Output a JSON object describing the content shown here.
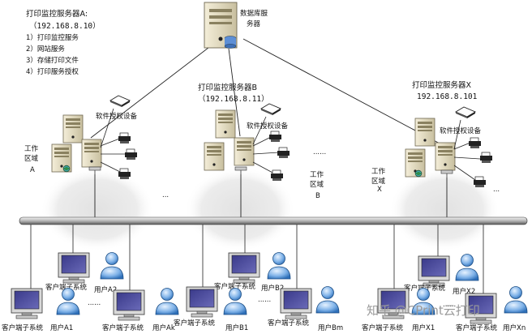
{
  "db_server": {
    "label_line1": "数据库服",
    "label_line2": "务器"
  },
  "server_a": {
    "title": "打印监控服务器A:",
    "ip": "（192.168.8.10）",
    "features": [
      "1）打印监控服务",
      "2）网站服务",
      "3）存储打印文件",
      "4）打印服务授权"
    ]
  },
  "server_b": {
    "title": "打印监控服务器B",
    "ip": "（192.168.8.11）"
  },
  "server_x": {
    "title": "打印监控服务器X",
    "ip": "192.168.8.101"
  },
  "license_device_label": "软件授权设备",
  "zone_a": {
    "line1": "工作",
    "line2": "区域",
    "line3": "A"
  },
  "zone_b": {
    "line1": "工作",
    "line2": "区域",
    "line3": "B"
  },
  "zone_x": {
    "line1": "工作",
    "line2": "区域",
    "line3": "X"
  },
  "ellipsis": "...",
  "ellipsis_long": "......",
  "client_label": "客户端子系统",
  "users": {
    "a1": "用户A1",
    "a2": "用户A2",
    "ak": "用户Ak",
    "b1": "用户B1",
    "b2": "用户B2",
    "bm": "用户Bm",
    "x1": "用户X1",
    "x2": "用户X2",
    "xn": "用户Xn"
  },
  "watermark": "知乎 @CPrint云打印"
}
